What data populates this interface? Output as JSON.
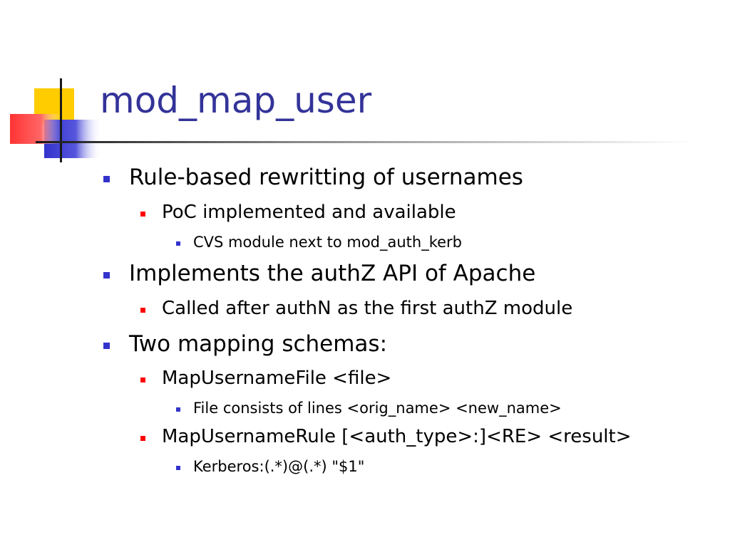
{
  "slide": {
    "title": "mod_map_user",
    "bullets": [
      {
        "level": 1,
        "text": "Rule-based rewritting of usernames"
      },
      {
        "level": 2,
        "text": "PoC implemented and available"
      },
      {
        "level": 3,
        "text": "CVS module next to mod_auth_kerb"
      },
      {
        "level": 1,
        "text": "Implements the authZ API of Apache"
      },
      {
        "level": 2,
        "text": "Called after authN as the first authZ module"
      },
      {
        "level": 1,
        "text": "Two mapping schemas:"
      },
      {
        "level": 2,
        "text": "MapUsernameFile <file>"
      },
      {
        "level": 3,
        "text": "File consists of lines <orig_name> <new_name>"
      },
      {
        "level": 2,
        "text": "MapUsernameRule [<auth_type>:]<RE> <result>"
      },
      {
        "level": 3,
        "text": "Kerberos:(.*)@(.*)  \"$1\""
      }
    ]
  },
  "colors": {
    "title": "#333399",
    "bullet_level1": "#3333cc",
    "bullet_level2": "#ff0000",
    "bullet_level3": "#3333cc",
    "deco_yellow": "#ffcc00",
    "deco_red": "#ff3333",
    "deco_blue": "#3333cc"
  }
}
